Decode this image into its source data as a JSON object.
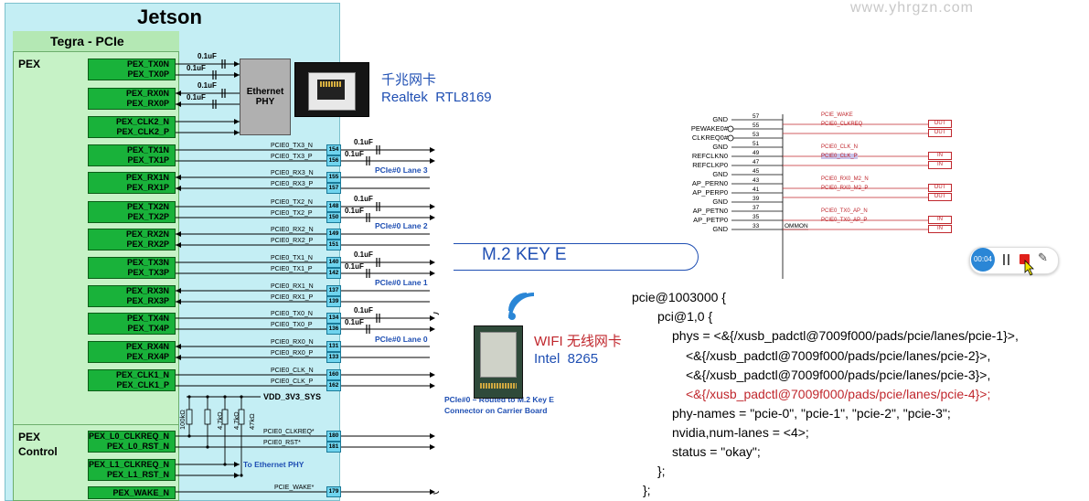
{
  "watermark": "www.yhrgzn.com",
  "jetson": {
    "title": "Jetson",
    "tegra_title": "Tegra - PCIe",
    "pex_label": "PEX",
    "pex_control_label_1": "PEX",
    "pex_control_label_2": "Control"
  },
  "signals": [
    [
      "PEX_TX0N",
      "PEX_TX0P"
    ],
    [
      "PEX_RX0N",
      "PEX_RX0P"
    ],
    [
      "PEX_CLK2_N",
      "PEX_CLK2_P"
    ],
    [
      "PEX_TX1N",
      "PEX_TX1P"
    ],
    [
      "PEX_RX1N",
      "PEX_RX1P"
    ],
    [
      "PEX_TX2N",
      "PEX_TX2P"
    ],
    [
      "PEX_RX2N",
      "PEX_RX2P"
    ],
    [
      "PEX_TX3N",
      "PEX_TX3P"
    ],
    [
      "PEX_RX3N",
      "PEX_RX3P"
    ],
    [
      "PEX_TX4N",
      "PEX_TX4P"
    ],
    [
      "PEX_RX4N",
      "PEX_RX4P"
    ],
    [
      "PEX_CLK1_N",
      "PEX_CLK1_P"
    ],
    [
      "PEX_L0_CLKREQ_N",
      "PEX_L0_RST_N"
    ],
    [
      "PEX_L1_CLKREQ_N",
      "PEX_L1_RST_N"
    ],
    [
      "PEX_WAKE_N"
    ]
  ],
  "pins": [
    [
      "154",
      "156"
    ],
    [
      "155",
      "157"
    ],
    [
      "148",
      "150"
    ],
    [
      "149",
      "151"
    ],
    [
      "140",
      "142"
    ],
    [
      "137",
      "139"
    ],
    [
      "134",
      "136"
    ],
    [
      "131",
      "133"
    ],
    [
      "160",
      "162"
    ],
    [
      "180",
      "181"
    ],
    [
      "179"
    ]
  ],
  "nets": [
    [
      "PCIE0_TX3_N",
      "PCIE0_TX3_P"
    ],
    [
      "PCIE0_RX3_N",
      "PCIE0_RX3_P"
    ],
    [
      "PCIE0_TX2_N",
      "PCIE0_TX2_P"
    ],
    [
      "PCIE0_RX2_N",
      "PCIE0_RX2_P"
    ],
    [
      "PCIE0_TX1_N",
      "PCIE0_TX1_P"
    ],
    [
      "PCIE0_RX1_N",
      "PCIE0_RX1_P"
    ],
    [
      "PCIE0_TX0_N",
      "PCIE0_TX0_P"
    ],
    [
      "PCIE0_RX0_N",
      "PCIE0_RX0_P"
    ],
    [
      "PCIE0_CLK_N",
      "PCIE0_CLK_P"
    ],
    [
      "PCIE0_CLKREQ*",
      "PCIE0_RST*"
    ],
    [
      "PCIE_WAKE*"
    ]
  ],
  "cap_label": "0.1uF",
  "lanes": [
    "PCIe#0 Lane 3",
    "PCIe#0 Lane 2",
    "PCIe#0 Lane 1",
    "PCIe#0 Lane 0"
  ],
  "ethernet_phy": "Ethernet PHY",
  "gigabit_nic": {
    "title": "千兆网卡",
    "subtitle": "Realtek  RTL8169"
  },
  "routed_note": "PCIe#0 – Routed to M.2 Key E Connector on Carrier Board",
  "vdd_label": "VDD_3V3_SYS",
  "resistors": [
    "100kΩ",
    "4.7kΩ",
    "4.7kΩ",
    "47kΩ"
  ],
  "to_ethernet": "To Ethernet PHY",
  "m2_label": "M.2 KEY E",
  "wifi": {
    "title": "WIFI 无线网卡",
    "subtitle": "Intel  8265"
  },
  "schematic": {
    "left_labels": [
      "GND",
      "PEWAKE0#",
      "CLKREQ0#",
      "GND",
      "REFCLKN0",
      "REFCLKP0",
      "GND",
      "AP_PERN0",
      "AP_PERP0",
      "GND",
      "AP_PETN0",
      "AP_PETP0",
      "GND"
    ],
    "pin_numbers": [
      "57",
      "55",
      "53",
      "51",
      "49",
      "47",
      "45",
      "43",
      "41",
      "39",
      "37",
      "35",
      "33"
    ],
    "right_nets": [
      "PCIE_WAKE",
      "PCIE0_CLKREQ",
      "PCIE0_CLK_N",
      "PCIE0_CLK_P",
      "PCIE0_RX0_M2_N",
      "PCIE0_RX0_M2_P",
      "PCIE0_TX0_AP_N",
      "PCIE0_TX0_AP_P"
    ],
    "ports": [
      "OUT",
      "OUT",
      "IN",
      "IN",
      "OUT",
      "OUT",
      "IN",
      "IN"
    ],
    "common": "OMMON"
  },
  "recorder": {
    "time": "00:04"
  },
  "code": [
    "pcie@1003000 {",
    "pci@1,0 {",
    "phys = <&{/xusb_padctl@7009f000/pads/pcie/lanes/pcie-1}>,",
    "<&{/xusb_padctl@7009f000/pads/pcie/lanes/pcie-2}>,",
    "<&{/xusb_padctl@7009f000/pads/pcie/lanes/pcie-3}>,",
    "<&{/xusb_padctl@7009f000/pads/pcie/lanes/pcie-4}>;",
    "phy-names = \"pcie-0\", \"pcie-1\", \"pcie-2\", \"pcie-3\";",
    "nvidia,num-lanes = <4>;",
    "status = \"okay\";",
    "};",
    "};"
  ],
  "colors": {
    "jetson_bg": "#c4eef4",
    "tegra_bg": "#c6f2c6",
    "signal_green": "#19b23a",
    "pin_cyan": "#6fd4ee",
    "lane_blue": "#1f4fb3",
    "code_red": "#c0272d"
  }
}
